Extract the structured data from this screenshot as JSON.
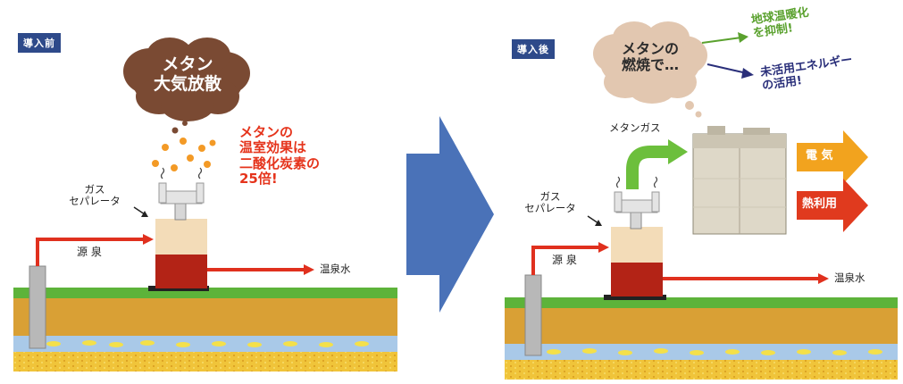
{
  "before": {
    "badge": "導入前",
    "cloud_line1": "メタン",
    "cloud_line2": "大気放散",
    "note_line1": "メタンの",
    "note_line2": "温室効果は",
    "note_line3": "二酸化炭素の",
    "note_line4": "25倍!",
    "separator_line1": "ガス",
    "separator_line2": "セパレータ",
    "source_label": "源 泉",
    "outlet_label": "温泉水"
  },
  "after": {
    "badge": "導入後",
    "cloud_line1": "メタンの",
    "cloud_line2": "燃焼で…",
    "effect1_line1": "地球温暖化",
    "effect1_line2": "を抑制!",
    "effect2_line1": "未活用エネルギー",
    "effect2_line2": "の活用!",
    "gas_label": "メタンガス",
    "separator_line1": "ガス",
    "separator_line2": "セパレータ",
    "source_label": "源 泉",
    "outlet_label": "温泉水",
    "output1": "電 気",
    "output2": "熱利用"
  },
  "colors": {
    "badge": "#2e4a8a",
    "cloud": "#7a4a33",
    "cloud_after": "#e2c7b0",
    "red_text": "#e5341c",
    "arrow_red": "#e0301e",
    "big_arrow": "#4a72b8",
    "output_orange": "#f2a31e",
    "output_red": "#e03a1e",
    "green": "#5aa12e",
    "navy": "#2a2f7a"
  }
}
